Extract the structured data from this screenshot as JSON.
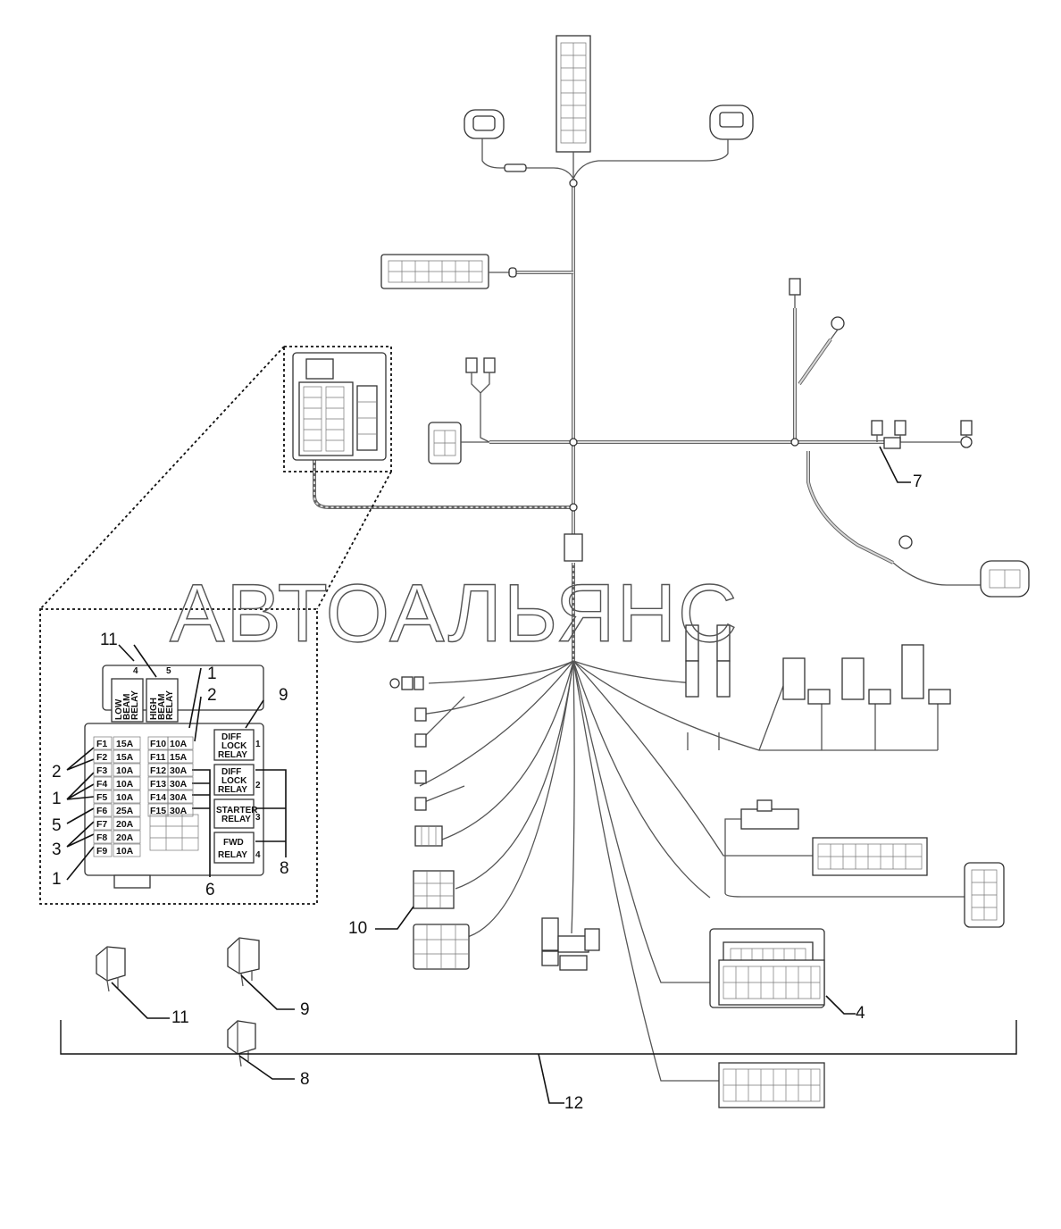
{
  "watermark": "АВТОАЛЬЯНС",
  "callouts": {
    "c1a": "1",
    "c1b": "1",
    "c1c": "1",
    "c2a": "2",
    "c2b": "2",
    "c3": "3",
    "c4": "4",
    "c5": "5",
    "c6": "6",
    "c7": "7",
    "c8a": "8",
    "c8b": "8",
    "c9a": "9",
    "c9b": "9",
    "c10": "10",
    "c11a": "11",
    "c11b": "11",
    "c12": "12"
  },
  "fuses_left": [
    {
      "id": "F1",
      "rating": "15A"
    },
    {
      "id": "F2",
      "rating": "15A"
    },
    {
      "id": "F3",
      "rating": "10A"
    },
    {
      "id": "F4",
      "rating": "10A"
    },
    {
      "id": "F5",
      "rating": "10A"
    },
    {
      "id": "F6",
      "rating": "25A"
    },
    {
      "id": "F7",
      "rating": "20A"
    },
    {
      "id": "F8",
      "rating": "20A"
    },
    {
      "id": "F9",
      "rating": "10A"
    }
  ],
  "fuses_right": [
    {
      "id": "F10",
      "rating": "10A"
    },
    {
      "id": "F11",
      "rating": "15A"
    },
    {
      "id": "F12",
      "rating": "30A"
    },
    {
      "id": "F13",
      "rating": "30A"
    },
    {
      "id": "F14",
      "rating": "30A"
    },
    {
      "id": "F15",
      "rating": "30A"
    }
  ],
  "top_relays": {
    "low_beam": [
      "LOW",
      "BEAM",
      "RELAY"
    ],
    "high_beam": [
      "HIGH",
      "BEAM",
      "RELAY"
    ],
    "pin4": "4",
    "pin5": "5"
  },
  "side_relays": {
    "diff1": [
      "DIFF",
      "LOCK",
      "RELAY"
    ],
    "diff1_n": "1",
    "diff2": [
      "DIFF",
      "LOCK",
      "RELAY"
    ],
    "diff2_n": "2",
    "starter": [
      "STARTER",
      "RELAY"
    ],
    "starter_n": "3",
    "fwd": [
      "FWD",
      "RELAY"
    ],
    "fwd_n": "4"
  }
}
